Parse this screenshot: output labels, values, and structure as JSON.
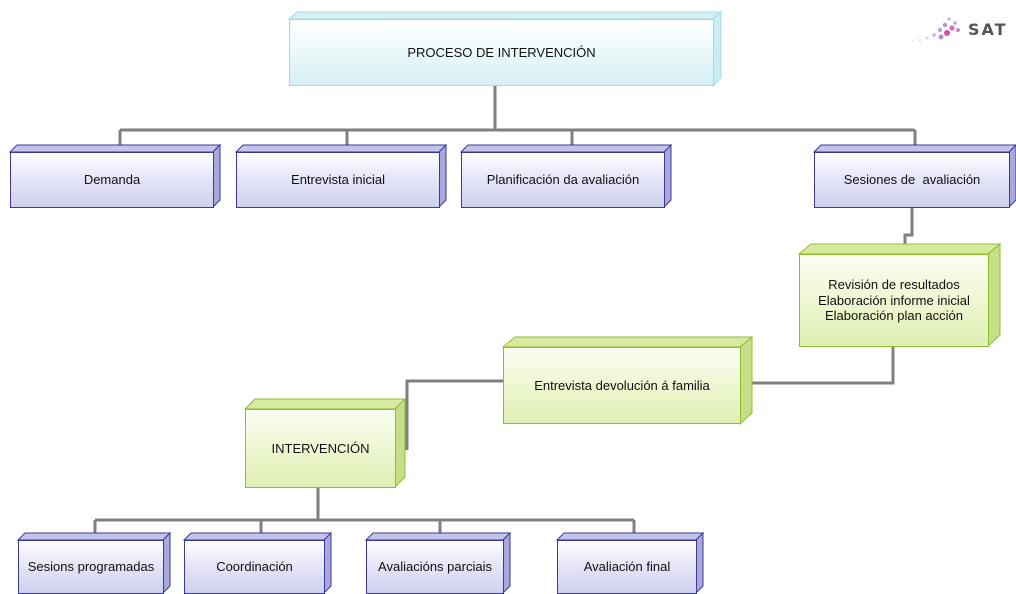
{
  "logo": {
    "text": "SAT"
  },
  "root": {
    "label": "PROCESO DE INTERVENCIÓN"
  },
  "level1": [
    {
      "label": "Demanda"
    },
    {
      "label": "Entrevista inicial"
    },
    {
      "label": "Planificación da avaliación"
    },
    {
      "label": "Sesiones de  avaliación"
    }
  ],
  "review": {
    "lines": [
      "Revisión de resultados",
      "Elaboración informe inicial",
      "Elaboración plan acción"
    ]
  },
  "devolucion": {
    "label": "Entrevista devolución á familia"
  },
  "intervencion": {
    "label": "INTERVENCIÓN"
  },
  "level3": [
    {
      "label": "Sesions programadas"
    },
    {
      "label": "Coordinación"
    },
    {
      "label": "Avaliacións parciais"
    },
    {
      "label": "Avaliación final"
    }
  ],
  "colors": {
    "connector": "#7f7f7f",
    "blue_border": "#3a3a9a",
    "blue_side": "#a8a8dc",
    "green_border": "#8dc02f",
    "green_side": "#c4df86",
    "teal_border": "#9fdde6",
    "teal_side": "#c9edf2"
  }
}
